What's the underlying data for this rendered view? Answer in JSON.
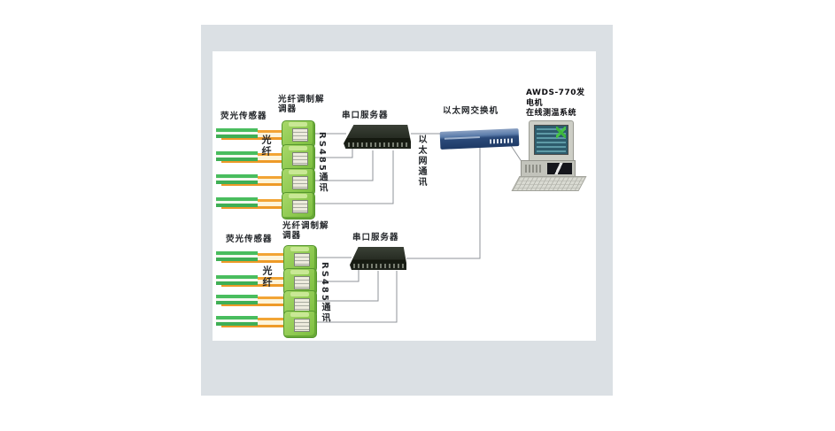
{
  "system_title": {
    "line1": "AWDS-770发电机",
    "line2": "在线测温系统"
  },
  "ethernet_switch": {
    "label": "以太网交换机"
  },
  "ethernet_bus": {
    "label": "以太网通讯"
  },
  "sensor_groups": [
    {
      "sensor_label": "荧光传感器",
      "fiber_label": "光纤",
      "modem_label_line1": "光纤调制解",
      "modem_label_line2": "调器",
      "bus_label": "RS485通讯",
      "server_label": "串口服务器",
      "channel_count": 4
    },
    {
      "sensor_label": "荧光传感器",
      "fiber_label": "光纤",
      "modem_label_line1": "光纤调制解",
      "modem_label_line2": "调器",
      "bus_label": "RS485通讯",
      "server_label": "串口服务器",
      "channel_count": 4
    }
  ],
  "colors": {
    "panel_gray": "#dbe0e4",
    "cable_orange": "#f0a132",
    "cable_cream": "#fdf4da",
    "fiber_green": "#45b95c",
    "module_green": "#84c643",
    "server_dark": "#23281c",
    "switch_blue": "#2b4a7a",
    "connector_gray": "#8f9398"
  }
}
